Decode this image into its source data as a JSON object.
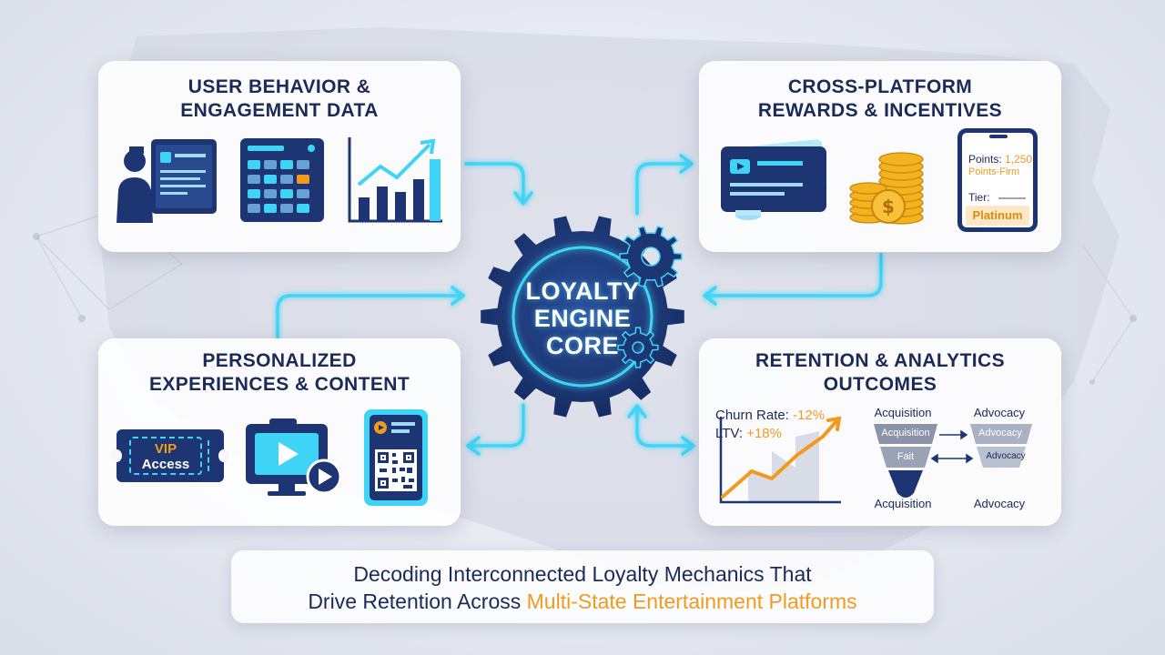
{
  "colors": {
    "navy": "#1b2a57",
    "cyan": "#3fd4f5",
    "orange": "#f29a1f",
    "gear": "#1d3673"
  },
  "panels": {
    "user_behavior": {
      "title_line1": "User Behavior &",
      "title_line2": "Engagement Data"
    },
    "rewards": {
      "title_line1": "Cross-Platform",
      "title_line2": "Rewards & Incentives",
      "phone_points_label": "Points:",
      "phone_points_value": "1,250",
      "phone_points_sub": "Points-Firm",
      "phone_tier_label": "Tier:",
      "phone_tier_value": "Platinum"
    },
    "personalized": {
      "title_line1": "Personalized",
      "title_line2": "Experiences & Content",
      "ticket_line1": "VIP",
      "ticket_line2": "Access"
    },
    "retention": {
      "title_line1": "Retention & Analytics",
      "title_line2": "Outcomes",
      "churn_label": "Churn Rate:",
      "churn_value": "-12%",
      "ltv_label": "LTV:",
      "ltv_value": "+18%",
      "funnel_top_left": "Acquisition",
      "funnel_top_right": "Advocacy",
      "funnel_row1_left": "Acquisition",
      "funnel_row1_right": "Advocacy",
      "funnel_row2_left": "Fait",
      "funnel_row2_right": "Advocacy",
      "funnel_bottom_left": "Acquisition",
      "funnel_bottom_right": "Advocacy"
    }
  },
  "core": {
    "line1": "Loyalty",
    "line2": "Engine",
    "line3": "Core"
  },
  "caption": {
    "line1": "Decoding Interconnected Loyalty Mechanics That",
    "line2_plain": "Drive Retention Across ",
    "line2_accent": "Multi-State Entertainment Platforms"
  }
}
